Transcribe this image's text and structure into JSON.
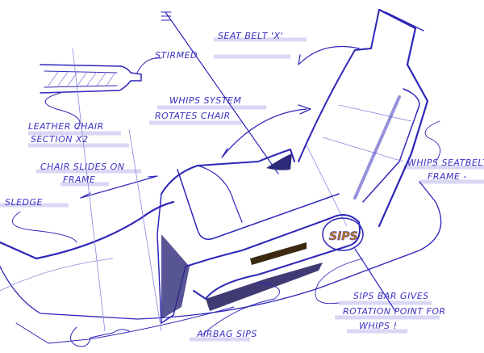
{
  "colors": {
    "ink": "#2e26b8",
    "light_ink": "#8a86de",
    "sips_logo": "#c07a1c"
  },
  "labels": {
    "seat_belt": "SEAT BELT 'X'",
    "stitched": "STIRMED",
    "whips_system": "WHIPS SYSTEM",
    "rotates_chair": "ROTATES CHAIR",
    "leather_chair": "LEATHER CHAIR",
    "section_x2": "SECTION X2",
    "chair_slides_on": "CHAIR SLIDES ON",
    "frame": "FRAME",
    "sledge": "SLEDGE",
    "whips_seatbelt": "WHIPS SEATBELT",
    "frame_right": "FRAME -",
    "sips_bar_gives": "SIPS BAR GIVES",
    "rotation_point_for": "ROTATION POINT FOR",
    "whips": "WHIPS !",
    "airbag_sips": "AIRBAG SIPS"
  },
  "logo": {
    "text": "SIPS"
  }
}
